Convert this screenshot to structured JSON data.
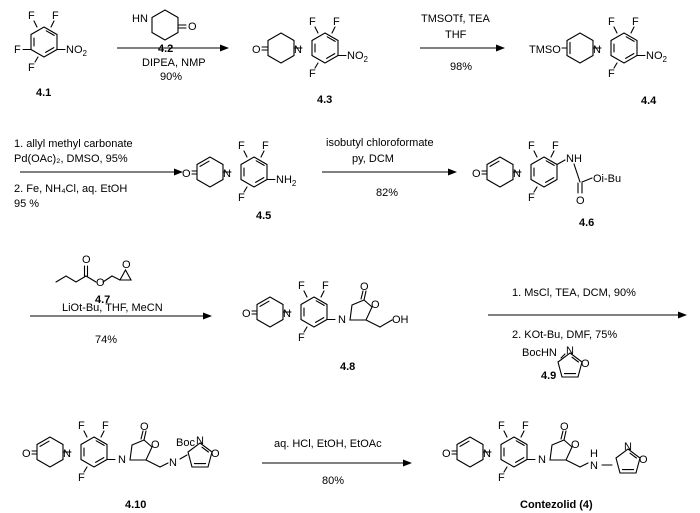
{
  "atoms": {
    "F": "F",
    "N": "N",
    "HN": "HN",
    "O": "O",
    "no2": "NO",
    "no2_sub": "2",
    "tmso": "TMSO",
    "nh2": "NH",
    "nh2_sub": "2",
    "nh": "NH",
    "oibu": "Oi-Bu",
    "oh": "OH",
    "boc": "Boc",
    "bochn": "BocHN",
    "h": "H"
  },
  "compounds": {
    "c41": "4.1",
    "c42": "4.2",
    "c43": "4.3",
    "c44": "4.4",
    "c45": "4.5",
    "c46": "4.6",
    "c47": "4.7",
    "c48": "4.8",
    "c49": "4.9",
    "c410": "4.10",
    "product": "Contezolid (4)"
  },
  "steps": {
    "s1": {
      "below1": "DIPEA, NMP",
      "below2": "90%"
    },
    "s2": {
      "above1": "TMSOTf, TEA",
      "above2": "THF",
      "below": "98%"
    },
    "s3": {
      "above1": "1. allyl methyl carbonate",
      "above2": "Pd(OAc)₂, DMSO, 95%",
      "below1": "2. Fe, NH₄Cl, aq. EtOH",
      "below2": "95 %"
    },
    "s4": {
      "above1": "isobutyl chloroformate",
      "above2": "py, DCM",
      "below": "82%"
    },
    "s5": {
      "above": "LiOt-Bu, THF, MeCN",
      "below": "74%"
    },
    "s6": {
      "above": "1. MsCl, TEA, DCM, 90%",
      "below": "2. KOt-Bu, DMF, 75%"
    },
    "s7": {
      "above": "aq. HCl, EtOH, EtOAc",
      "below": "80%"
    }
  }
}
